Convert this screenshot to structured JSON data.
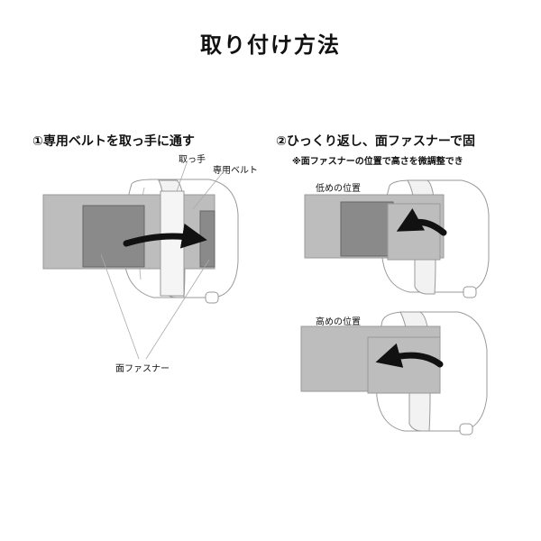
{
  "title": "取り付け方法",
  "step1": {
    "heading": "①専用ベルトを取っ手に通す",
    "label_handle": "取っ手",
    "label_belt": "専用ベルト",
    "label_velcro": "面ファスナー"
  },
  "step2": {
    "heading": "②ひっくり返し、面ファスナーで固",
    "note": "※面ファスナーの位置で高さを微調整でき",
    "label_low": "低めの位置",
    "label_high": "高めの位置"
  }
}
